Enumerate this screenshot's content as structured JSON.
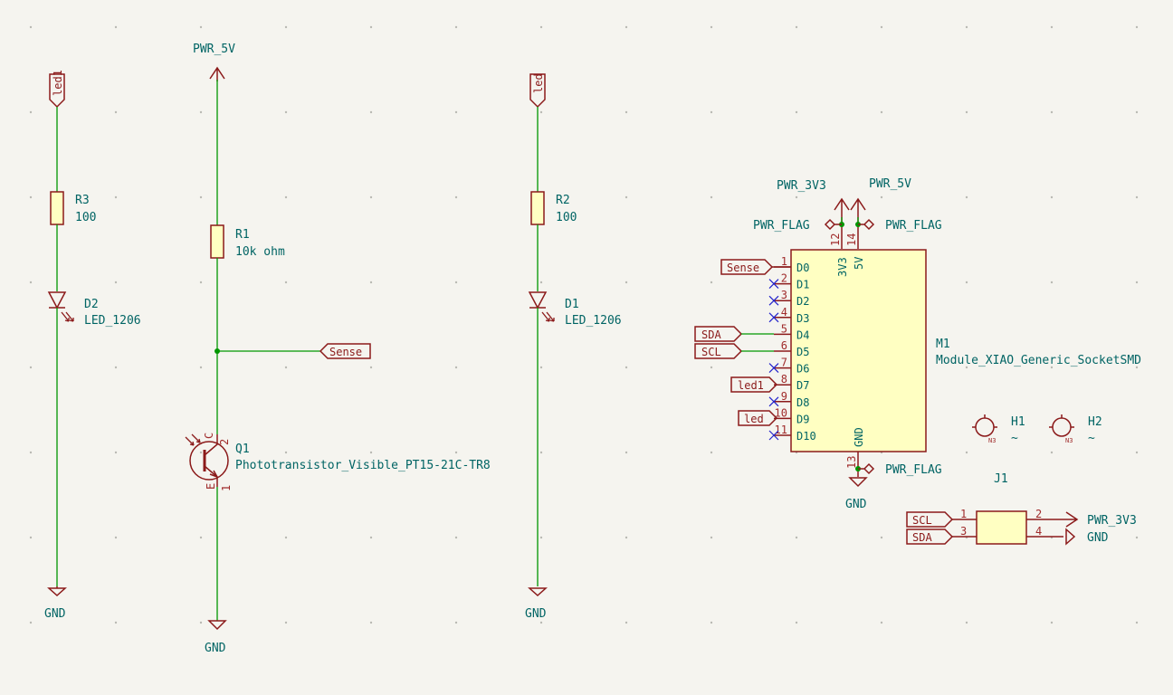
{
  "power": {
    "pwr5v_top": "PWR_5V",
    "pwr3v3_m1": "PWR_3V3",
    "pwr5v_m1": "PWR_5V",
    "pwr3v3_j1": "PWR_3V3",
    "gnd_d2": "GND",
    "gnd_q1": "GND",
    "gnd_d1": "GND",
    "gnd_m1": "GND",
    "gnd_j1": "GND",
    "flag_3v3": "PWR_FLAG",
    "flag_5v": "PWR_FLAG",
    "flag_gnd": "PWR_FLAG"
  },
  "components": {
    "r3": {
      "ref": "R3",
      "value": "100"
    },
    "r1": {
      "ref": "R1",
      "value": "10k ohm"
    },
    "r2": {
      "ref": "R2",
      "value": "100"
    },
    "d2": {
      "ref": "D2",
      "value": "LED_1206"
    },
    "d1": {
      "ref": "D1",
      "value": "LED_1206"
    },
    "q1": {
      "ref": "Q1",
      "value": "Phototransistor_Visible_PT15-21C-TR8",
      "pin_c": "C",
      "pin_e": "E",
      "pin_2": "2",
      "pin_1": "1"
    },
    "m1": {
      "ref": "M1",
      "value": "Module_XIAO_Generic_SocketSMD"
    },
    "h1": {
      "ref": "H1",
      "value": "~",
      "pad": "N3"
    },
    "h2": {
      "ref": "H2",
      "value": "~",
      "pad": "N3"
    },
    "j1": {
      "ref": "J1"
    }
  },
  "labels": {
    "led1_top": "led1",
    "led_top": "led",
    "sense_net": "Sense",
    "sense_m1": "Sense",
    "sda_m1": "SDA",
    "scl_m1": "SCL",
    "led1_m1": "led1",
    "led_m1": "led",
    "scl_j1": "SCL",
    "sda_j1": "SDA"
  },
  "m1_pins": [
    {
      "num": "1",
      "name": "D0"
    },
    {
      "num": "2",
      "name": "D1"
    },
    {
      "num": "3",
      "name": "D2"
    },
    {
      "num": "4",
      "name": "D3"
    },
    {
      "num": "5",
      "name": "D4"
    },
    {
      "num": "6",
      "name": "D5"
    },
    {
      "num": "7",
      "name": "D6"
    },
    {
      "num": "8",
      "name": "D7"
    },
    {
      "num": "9",
      "name": "D8"
    },
    {
      "num": "10",
      "name": "D9"
    },
    {
      "num": "11",
      "name": "D10"
    }
  ],
  "m1_power_pins": {
    "p12_num": "12",
    "p12_name": "3V3",
    "p14_num": "14",
    "p14_name": "5V",
    "p13_num": "13",
    "p13_name": "GND"
  },
  "j1_pins": {
    "p1": "1",
    "p2": "2",
    "p3": "3",
    "p4": "4"
  },
  "colors": {
    "background": "#f5f4ef",
    "wire": "#009600",
    "symbol": "#8b1a1a",
    "symbol_fill": "#ffffc2",
    "text": "#006464",
    "no_connect": "#2222cc"
  }
}
